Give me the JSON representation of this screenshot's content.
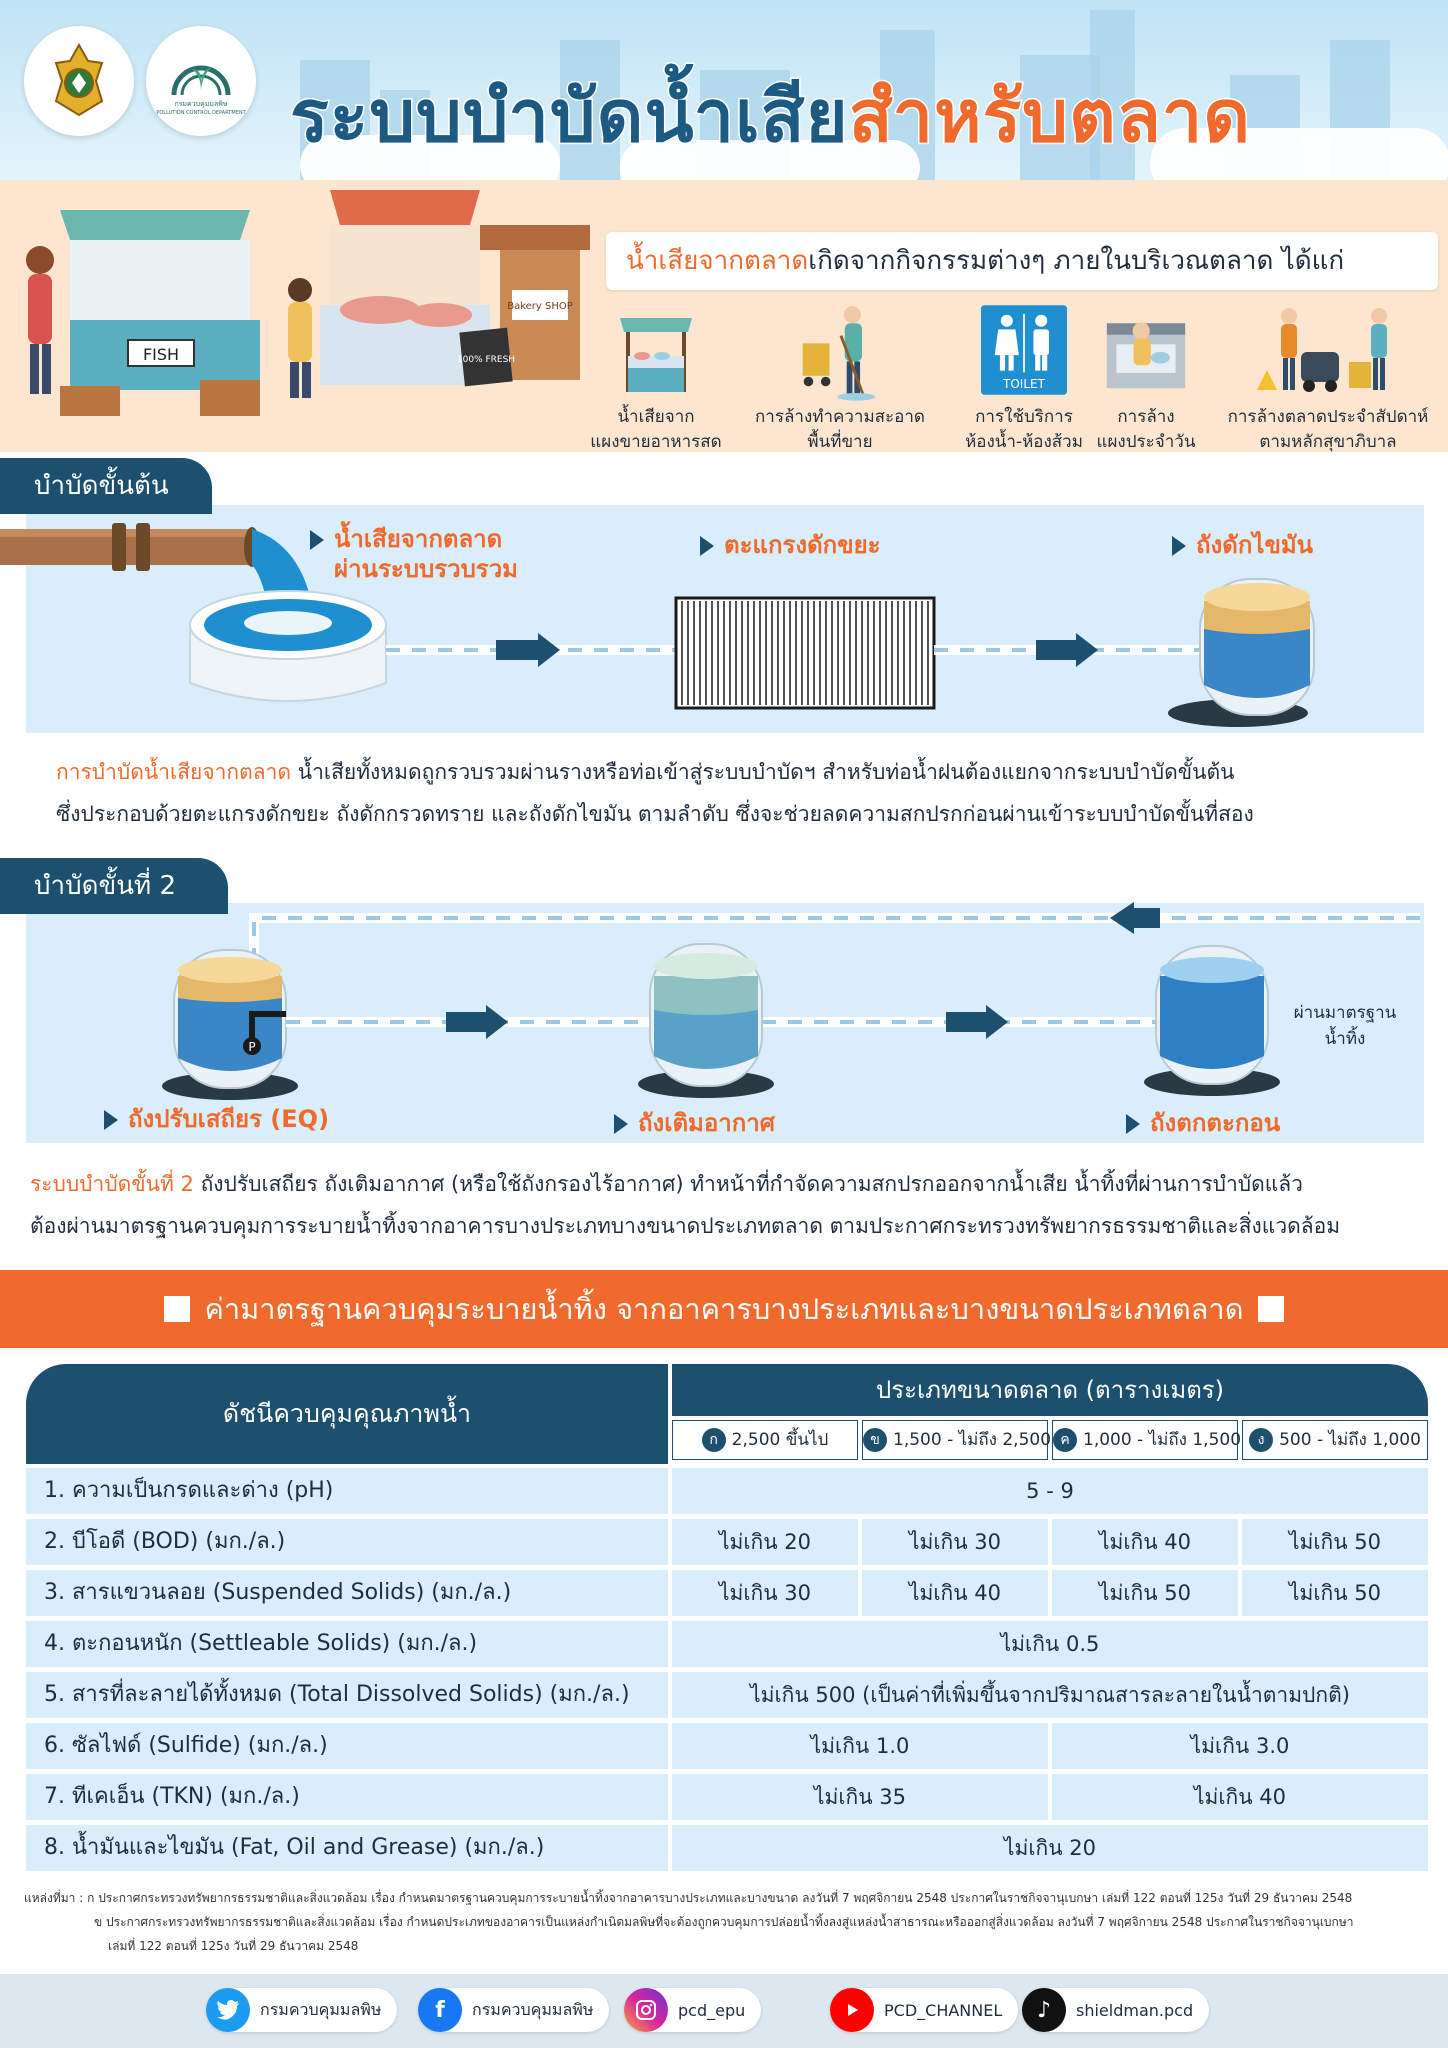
{
  "header": {
    "title_part1": "ระบบบำบัดน้ำเสีย",
    "title_part2": "สำหรับตลาด",
    "logo2_text": "กรมควบคุมมลพิษ",
    "logo2_subtext": "POLLUTION CONTROL DEPARTMENT"
  },
  "market_art": {
    "fish_sign": "FISH",
    "bakery_sign": "Bakery SHOP",
    "fresh_sign": "100% FRESH"
  },
  "intro": {
    "highlight": "น้ำเสียจากตลาด",
    "text": "เกิดจากกิจกรรมต่างๆ ภายในบริเวณตลาด ได้แก่"
  },
  "sources": [
    {
      "label_line1": "น้ำเสียจาก",
      "label_line2": "แผงขายอาหารสด",
      "icon": "fresh-food-stall-icon"
    },
    {
      "label_line1": "การล้างทำความสะอาด",
      "label_line2": "พื้นที่ขาย",
      "icon": "floor-cleaning-icon"
    },
    {
      "label_line1": "การใช้บริการ",
      "label_line2": "ห้องน้ำ-ห้องส้วม",
      "icon": "toilet-icon",
      "icon_text": "TOILET"
    },
    {
      "label_line1": "การล้าง",
      "label_line2": "แผงประจำวัน",
      "icon": "stall-washing-icon"
    },
    {
      "label_line1": "การล้างตลาดประจำสัปดาห์",
      "label_line2": "ตามหลักสุขาภิบาล",
      "icon": "weekly-market-cleaning-icon"
    }
  ],
  "stage1": {
    "tab": "บำบัดขั้นต้น",
    "label_inflow_line1": "น้ำเสียจากตลาด",
    "label_inflow_line2": "ผ่านระบบรวบรวม",
    "label_screen": "ตะแกรงดักขยะ",
    "label_grease": "ถังดักไขมัน",
    "para_highlight": "การบำบัดน้ำเสียจากตลาด",
    "para_line1": " น้ำเสียทั้งหมดถูกรวบรวมผ่านรางหรือท่อเข้าสู่ระบบบำบัดฯ สำหรับท่อน้ำฝนต้องแยกจากระบบบำบัดขั้นต้น",
    "para_line2": "ซึ่งประกอบด้วยตะแกรงดักขยะ ถังดักกรวดทราย และถังดักไขมัน ตามลำดับ ซึ่งจะช่วยลดความสกปรกก่อนผ่านเข้าระบบบำบัดขั้นที่สอง"
  },
  "stage2": {
    "tab": "บำบัดขั้นที่ 2",
    "label_eq": "ถังปรับเสถียร (EQ)",
    "label_aeration": "ถังเติมอากาศ",
    "label_settling": "ถังตกตะกอน",
    "pump_letter": "P",
    "label_standard_line1": "ผ่านมาตรฐาน",
    "label_standard_line2": "น้ำทิ้ง",
    "para_highlight": "ระบบบำบัดขั้นที่ 2",
    "para_line1": " ถังปรับเสถียร ถังเติมอากาศ (หรือใช้ถังกรองไร้อากาศ) ทำหน้าที่กำจัดความสกปรกออกจากน้ำเสีย น้ำทิ้งที่ผ่านการบำบัดแล้ว",
    "para_line2": "ต้องผ่านมาตรฐานควบคุมการระบายน้ำทิ้งจากอาคารบางประเภทบางขนาดประเภทตลาด ตามประกาศกระทรวงทรัพยากรธรรมชาติและสิ่งแวดล้อม"
  },
  "banner": {
    "text": "ค่ามาตรฐานควบคุมระบายน้ำทิ้ง จากอาคารบางประเภทและบางขนาดประเภทตลาด"
  },
  "table": {
    "header_left": "ดัชนีควบคุมคุณภาพน้ำ",
    "header_right": "ประเภทขนาดตลาด (ตารางเมตร)",
    "categories": [
      {
        "badge": "ก",
        "label": "2,500 ขึ้นไป"
      },
      {
        "badge": "ข",
        "label": "1,500 - ไม่ถึง 2,500"
      },
      {
        "badge": "ค",
        "label": "1,000 - ไม่ถึง 1,500"
      },
      {
        "badge": "ง",
        "label": "500 - ไม่ถึง 1,000"
      }
    ],
    "rows": [
      {
        "label": "1. ความเป็นกรดและด่าง (pH)",
        "all": "5 - 9"
      },
      {
        "label": "2. บีโอดี (BOD) (มก./ล.)",
        "values": [
          "ไม่เกิน 20",
          "ไม่เกิน 30",
          "ไม่เกิน 40",
          "ไม่เกิน 50"
        ]
      },
      {
        "label": "3. สารแขวนลอย (Suspended Solids) (มก./ล.)",
        "values": [
          "ไม่เกิน 30",
          "ไม่เกิน 40",
          "ไม่เกิน 50",
          "ไม่เกิน 50"
        ]
      },
      {
        "label": "4. ตะกอนหนัก (Settleable Solids) (มก./ล.)",
        "all": "ไม่เกิน 0.5"
      },
      {
        "label": "5. สารที่ละลายได้ทั้งหมด (Total Dissolved Solids) (มก./ล.)",
        "all": "ไม่เกิน 500 (เป็นค่าที่เพิ่มขึ้นจากปริมาณสารละลายในน้ำตามปกติ)"
      },
      {
        "label": "6. ซัลไฟด์ (Sulfide) (มก./ล.)",
        "pair": [
          "ไม่เกิน 1.0",
          "ไม่เกิน 3.0"
        ]
      },
      {
        "label": "7. ทีเคเอ็น (TKN) (มก./ล.)",
        "pair": [
          "ไม่เกิน 35",
          "ไม่เกิน 40"
        ]
      },
      {
        "label": "8. น้ำมันและไขมัน (Fat, Oil and Grease) (มก./ล.)",
        "all": "ไม่เกิน 20"
      }
    ]
  },
  "references": {
    "prefix": "แหล่งที่มา :",
    "ref1": "ก ประกาศกระทรวงทรัพยากรธรรมชาติและสิ่งแวดล้อม เรื่อง กำหนดมาตรฐานควบคุมการระบายน้ำทิ้งจากอาคารบางประเภทและบางขนาด ลงวันที่ 7 พฤศจิกายน 2548 ประกาศในราชกิจจานุเบกษา เล่มที่ 122 ตอนที่ 125ง วันที่ 29 ธันวาคม 2548",
    "ref2": "ข ประกาศกระทรวงทรัพยากรธรรมชาติและสิ่งแวดล้อม เรื่อง กำหนดประเภทของอาคารเป็นแหล่งกำเนิดมลพิษที่จะต้องถูกควบคุมการปล่อยน้ำทิ้งลงสู่แหล่งน้ำสาธารณะหรือออกสู่สิ่งแวดล้อม ลงวันที่ 7 พฤศจิกายน 2548 ประกาศในราชกิจจานุเบกษา",
    "ref2_cont": "เล่มที่ 122 ตอนที่ 125ง วันที่ 29 ธันวาคม 2548"
  },
  "footer": {
    "twitter": "กรมควบคุมมลพิษ",
    "facebook": "กรมควบคุมมลพิษ",
    "instagram": "pcd_epu",
    "youtube": "PCD_CHANNEL",
    "tiktok": "shieldman.pcd"
  },
  "colors": {
    "navy": "#1d4f6e",
    "orange": "#ef6a2c",
    "light_blue": "#d9eefa",
    "peach": "#fde6d0"
  }
}
